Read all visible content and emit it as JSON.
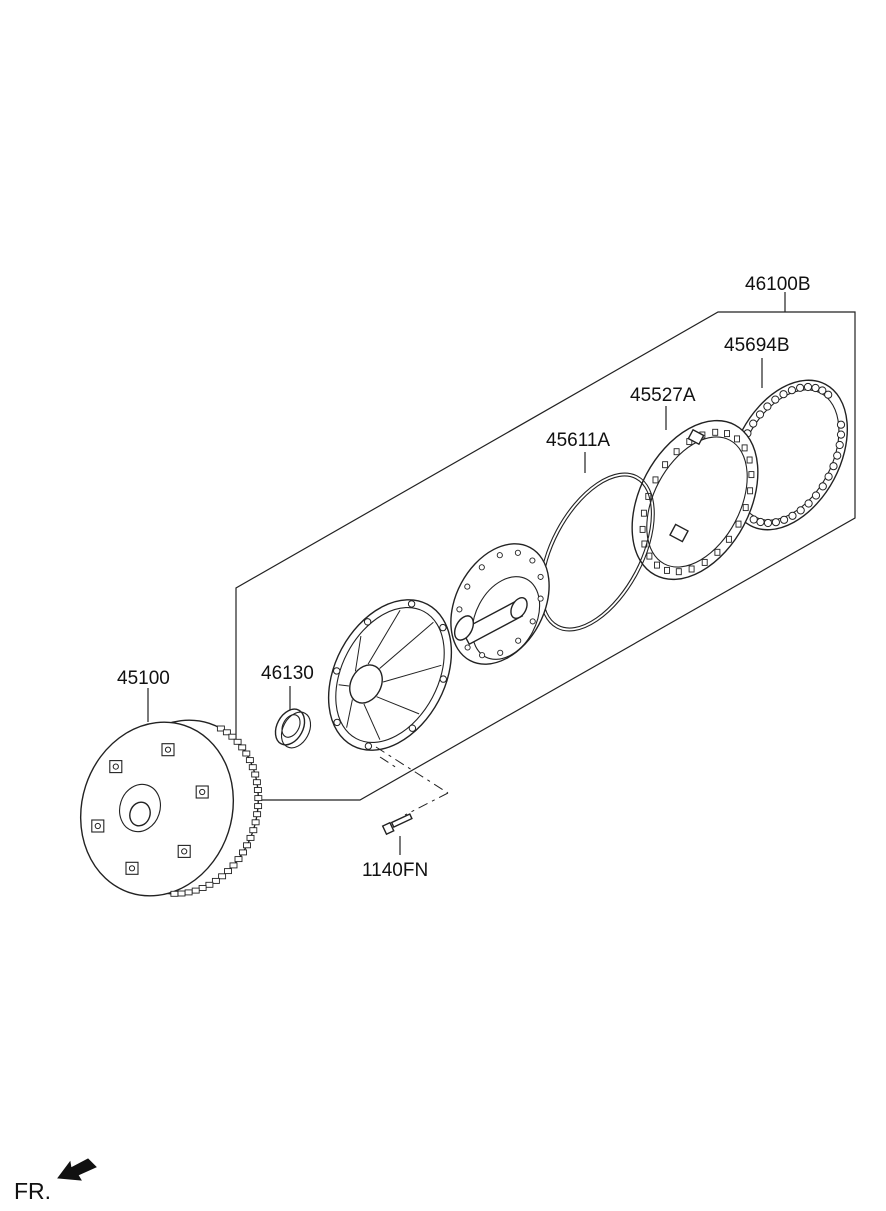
{
  "labels": {
    "assembly": "46100B",
    "ring_gear_set": "45694B",
    "stator": "45527A",
    "seal_ring": "45611A",
    "oil_seal": "46130",
    "torque_converter": "45100",
    "bolt": "1140FN"
  },
  "direction": "FR.",
  "icons": {
    "front_arrow": "arrow-icon"
  }
}
